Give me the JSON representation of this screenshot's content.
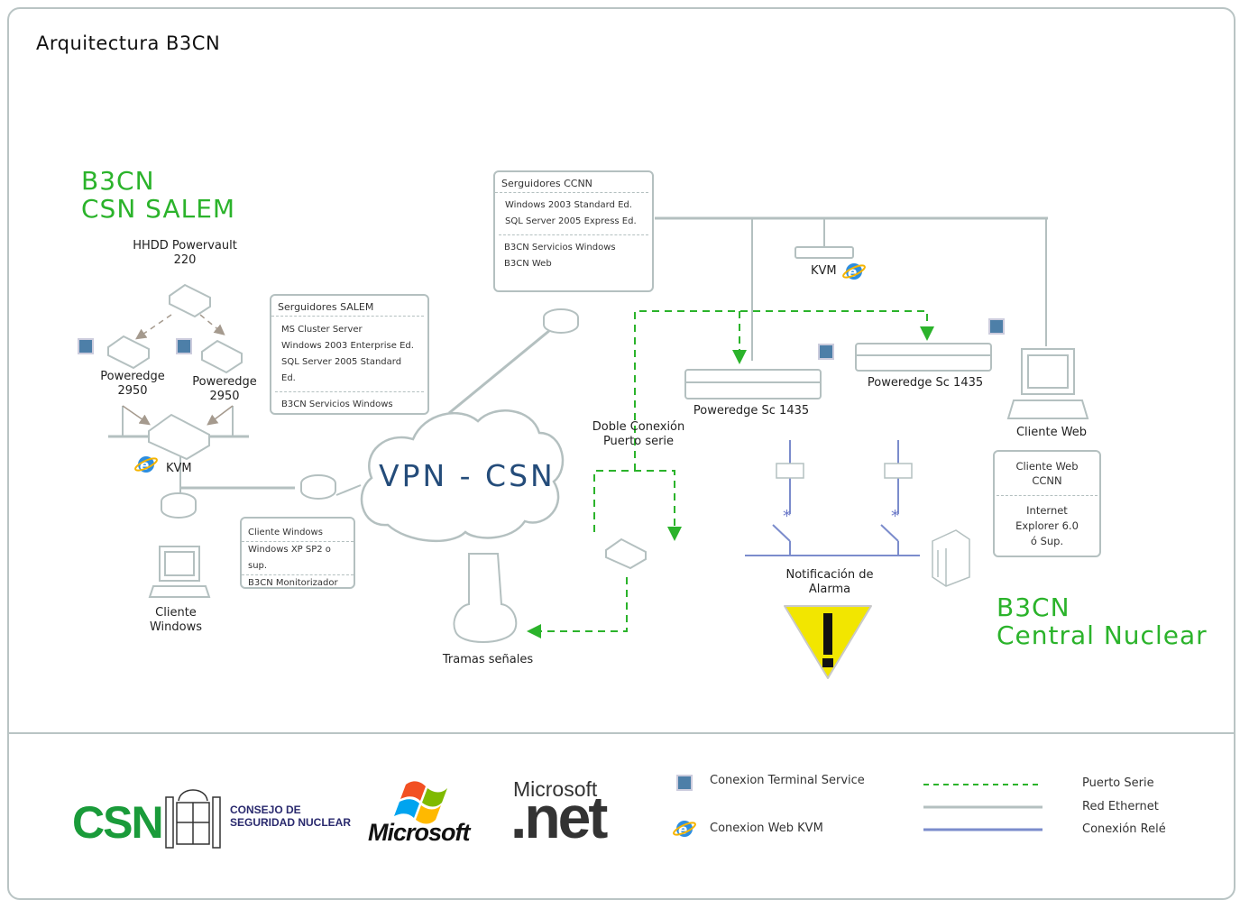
{
  "title": "Arquitectura  B3CN",
  "site_salem": {
    "line1": "B3CN",
    "line2": "CSN SALEM"
  },
  "site_central": {
    "line1": "B3CN",
    "line2": "Central Nuclear"
  },
  "storage": {
    "line1": "HHDD Powervault",
    "line2": "220"
  },
  "poweredge_left": {
    "line1": "Poweredge",
    "line2": "2950"
  },
  "poweredge_right": {
    "line1": "Poweredge",
    "line2": "2950"
  },
  "kvm_left": "KVM",
  "kvm_top": "KVM",
  "cliente_windows": {
    "line1": "Cliente",
    "line2": "Windows"
  },
  "servidores_salem": {
    "header": "Serguidores SALEM",
    "items": [
      "MS Cluster Server",
      "Windows 2003  Enterprise Ed.",
      "SQL Server 2005 Standard Ed."
    ],
    "items2": [
      "B3CN Servicios Windows"
    ]
  },
  "servidores_ccnn": {
    "header": "Serguidores CCNN",
    "items": [
      "Windows 2003  Standard  Ed.",
      "SQL Server 2005 Express Ed."
    ],
    "items2": [
      "B3CN Servicios Windows",
      "B3CN Web"
    ]
  },
  "cliente_windows_box": {
    "items": [
      "Cliente Windows",
      "Windows XP SP2 o sup.",
      "B3CN Monitorizador"
    ]
  },
  "vpn": "VPN  -  CSN",
  "tramas": "Tramas señales",
  "doble_conexion": {
    "line1": "Doble Conexión",
    "line2": "Puerto serie"
  },
  "sc1435_left": "Poweredge Sc 1435",
  "sc1435_right": "Poweredge Sc 1435",
  "cliente_web": "Cliente Web",
  "cliente_web_box": {
    "line1": "Cliente Web",
    "line2": "CCNN",
    "line3": "Internet",
    "line4": "Explorer 6.0",
    "line5": "ó Sup."
  },
  "alarma": {
    "line1": "Notificación de",
    "line2": "Alarma"
  },
  "logos": {
    "csn": "CSN",
    "csn_sub1": "CONSEJO DE",
    "csn_sub2": "SEGURIDAD NUCLEAR",
    "microsoft": "Microsoft",
    "ms_net_top": "Microsoft",
    "ms_net": ".net"
  },
  "legend": {
    "terminal_service": "Conexion Terminal Service",
    "web_kvm": "Conexion Web KVM",
    "puerto_serie": "Puerto Serie",
    "red_ethernet": "Red Ethernet",
    "conexion_rele": "Conexión Relé"
  },
  "colors": {
    "serial": "#2bb32b",
    "ethernet": "#b4c0c0",
    "rele": "#7b8ccc",
    "green_text": "#2bb32b",
    "vpn_text": "#244c7a",
    "warning": "#f2e600"
  },
  "icons": [
    "terminal-service-icon",
    "ie-icon",
    "server-icon",
    "router-icon",
    "monitor-icon",
    "warning-icon",
    "cloud-icon"
  ]
}
